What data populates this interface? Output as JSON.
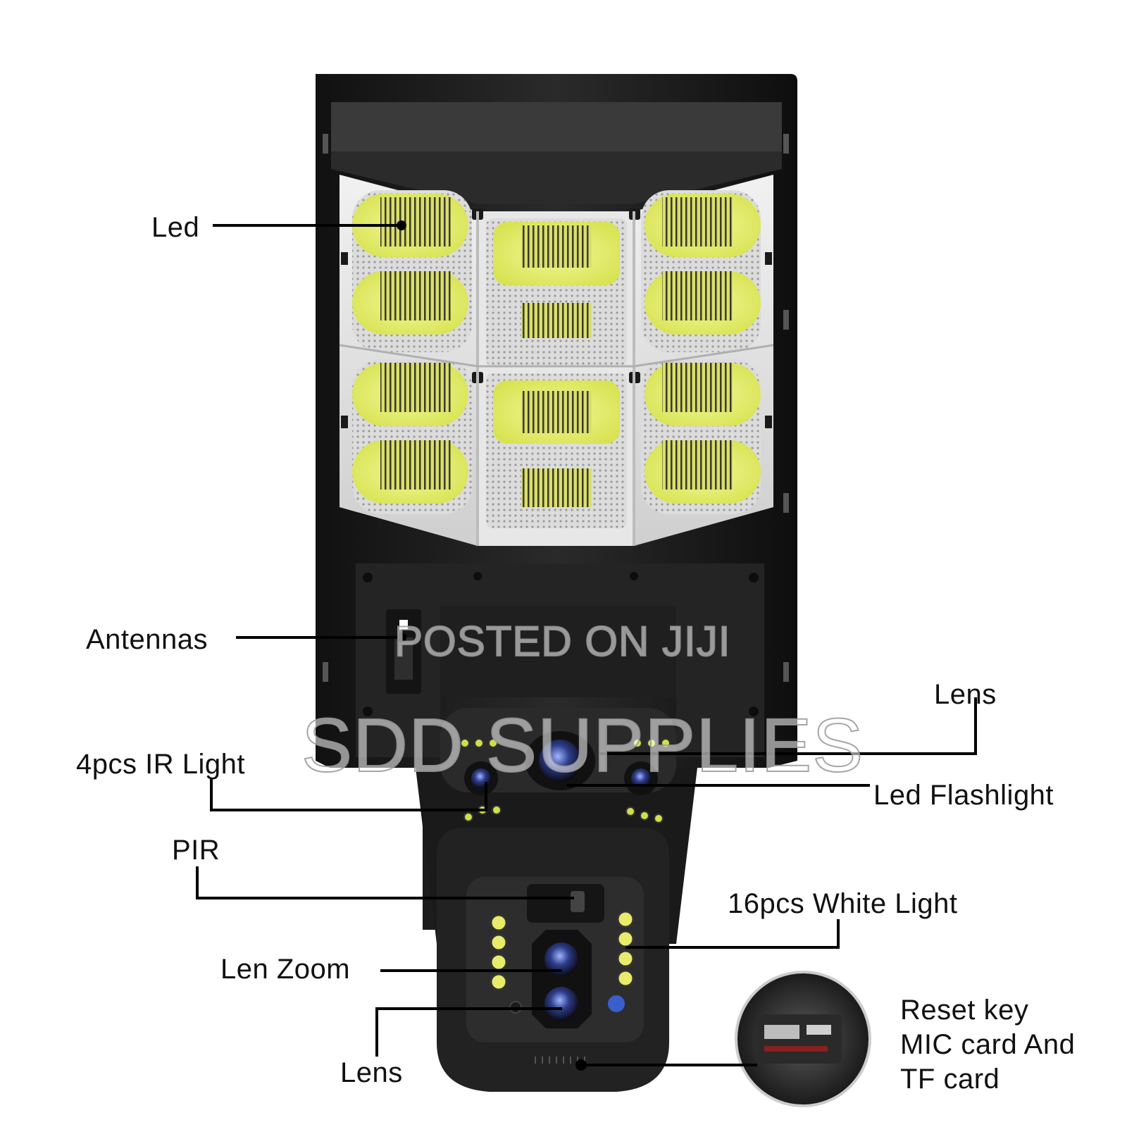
{
  "labels": {
    "led": "Led",
    "antennas": "Antennas",
    "lens_top": "Lens",
    "ir_light": "4pcs IR Light",
    "led_flashlight": "Led Flashlight",
    "pir": "PIR",
    "white_light": "16pcs White Light",
    "len_zoom": "Len Zoom",
    "lens_bottom": "Lens",
    "reset_lines": [
      "Reset key",
      "MIC card And",
      "TF card"
    ]
  },
  "watermarks": {
    "line1": "POSTED ON JIJI",
    "line2": "SDD SUPPLIES"
  },
  "colors": {
    "housing": "#1c1c1c",
    "led_glow": "#e8f27a",
    "lens_blue": "#3a5fcc",
    "leader_line": "#000000"
  }
}
